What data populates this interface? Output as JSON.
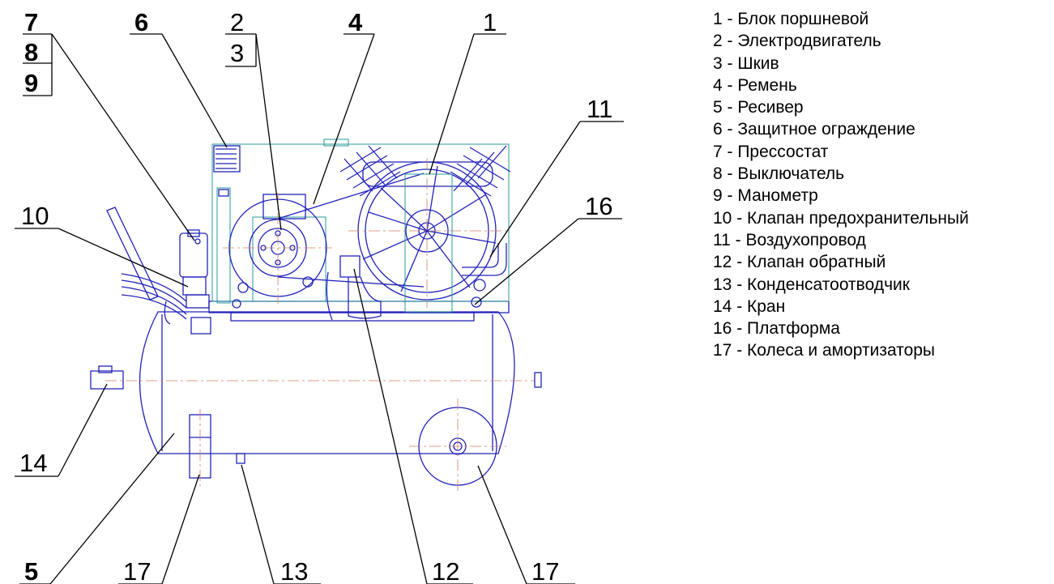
{
  "callouts": {
    "c7": "7",
    "c8": "8",
    "c9": "9",
    "c6": "6",
    "c2": "2",
    "c3": "3",
    "c4": "4",
    "c1": "1",
    "c11": "11",
    "c10": "10",
    "c16": "16",
    "c14": "14",
    "c5": "5",
    "c17a": "17",
    "c13": "13",
    "c12": "12",
    "c17b": "17"
  },
  "legend": [
    "1 - Блок поршневой",
    "2 - Электродвигатель",
    "3 - Шкив",
    "4 - Ремень",
    "5 - Ресивер",
    "6 - Защитное ограждение",
    "7 - Прессостат",
    "8 - Выключатель",
    "9 - Манометр",
    "10 - Клапан предохранительный",
    "11 - Воздухопровод",
    "12 - Клапан обратный",
    "13 - Конденсатоотводчик",
    "14 - Кран",
    "16 - Платформа",
    "17 - Колеса и амортизаторы"
  ],
  "colors": {
    "outline": "#2222bb",
    "frame": "#2a9a9a",
    "centerline": "#d08060"
  }
}
